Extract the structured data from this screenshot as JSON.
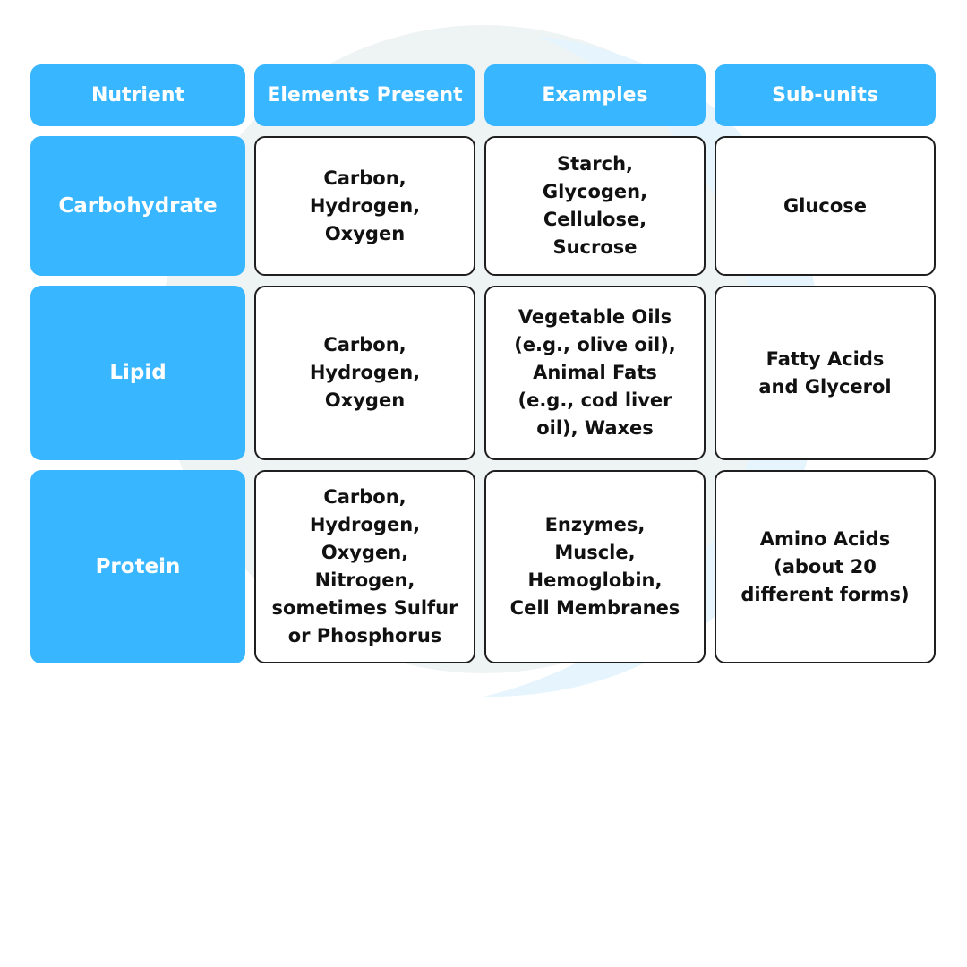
{
  "colors": {
    "header_bg": "#38b6ff",
    "header_text": "#ffffff",
    "cell_bg": "#ffffff",
    "cell_border": "#1f1f1f",
    "cell_text": "#111111",
    "background_shape": "#eef3f4",
    "background_shape_accent": "#e6f5fd"
  },
  "table": {
    "headers": [
      "Nutrient",
      "Elements Present",
      "Examples",
      "Sub-units"
    ],
    "rows": [
      {
        "nutrient": "Carbohydrate",
        "elements": "Carbon,\nHydrogen,\nOxygen",
        "examples": "Starch,\nGlycogen,\nCellulose,\nSucrose",
        "subunits": "Glucose"
      },
      {
        "nutrient": "Lipid",
        "elements": "Carbon,\nHydrogen,\nOxygen",
        "examples": "Vegetable Oils\n(e.g., olive oil),\nAnimal Fats\n(e.g., cod liver\noil), Waxes",
        "subunits": "Fatty Acids\nand Glycerol"
      },
      {
        "nutrient": "Protein",
        "elements": "Carbon,\nHydrogen,\nOxygen,\nNitrogen,\nsometimes Sulfur\nor Phosphorus",
        "examples": "Enzymes,\nMuscle,\nHemoglobin,\nCell Membranes",
        "subunits": "Amino Acids\n(about 20\ndifferent forms)"
      }
    ]
  }
}
